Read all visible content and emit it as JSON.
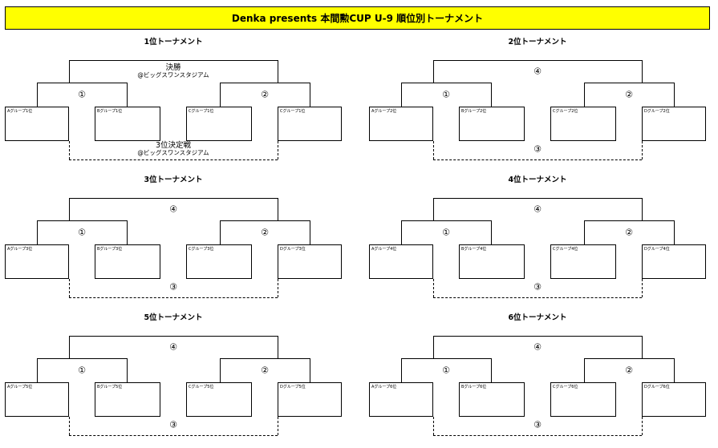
{
  "title": "Denka presents 本間勲CUP U-9 順位別トーナメント",
  "brackets": [
    {
      "label": "1位トーナメント",
      "round1_left": "①",
      "round1_right": "②",
      "final_label": "決勝",
      "final_venue": "@ビッグスワンスタジアム",
      "third_label": "3位決定戦",
      "third_venue": "@ビッグスワンスタジアム",
      "slots": [
        "Aグループ1位",
        "Bグループ1位",
        "Cグループ1位",
        "Cグループ1位"
      ]
    },
    {
      "label": "2位トーナメント",
      "top_label": "④",
      "round1_left": "①",
      "round1_right": "②",
      "bottom_label": "③",
      "slots": [
        "Aグループ2位",
        "Bグループ2位",
        "Cグループ2位",
        "Dグループ2位"
      ]
    },
    {
      "label": "3位トーナメント",
      "top_label": "④",
      "round1_left": "①",
      "round1_right": "②",
      "bottom_label": "③",
      "slots": [
        "Aグループ3位",
        "Bグループ3位",
        "Cグループ3位",
        "Dグループ3位"
      ]
    },
    {
      "label": "4位トーナメント",
      "top_label": "④",
      "round1_left": "①",
      "round1_right": "②",
      "bottom_label": "③",
      "slots": [
        "Aグループ4位",
        "Bグループ4位",
        "Cグループ4位",
        "Dグループ4位"
      ]
    },
    {
      "label": "5位トーナメント",
      "top_label": "④",
      "round1_left": "①",
      "round1_right": "②",
      "bottom_label": "③",
      "slots": [
        "Aグループ5位",
        "Bグループ5位",
        "Cグループ5位",
        "Dグループ5位"
      ]
    },
    {
      "label": "6位トーナメント",
      "top_label": "④",
      "round1_left": "①",
      "round1_right": "②",
      "bottom_label": "③",
      "slots": [
        "Aグループ6位",
        "Bグループ6位",
        "Cグループ6位",
        "Dグループ6位"
      ]
    }
  ]
}
